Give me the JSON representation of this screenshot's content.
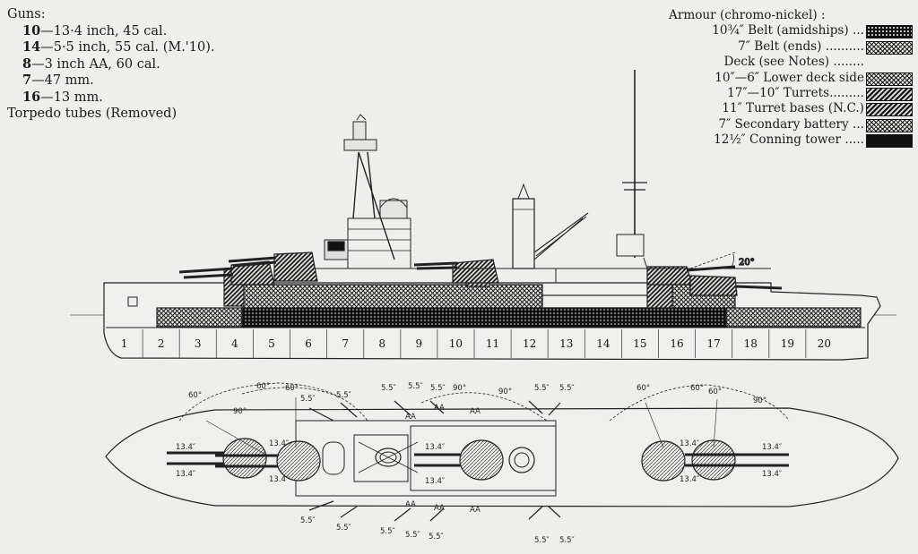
{
  "guns": {
    "heading": "Guns:",
    "rows": [
      {
        "count": "10",
        "spec": "—13·4 inch, 45 cal."
      },
      {
        "count": "14",
        "spec": "—5·5 inch, 55 cal. (M.'10)."
      },
      {
        "count": "8",
        "spec": "—3 inch AA, 60 cal."
      },
      {
        "count": "7",
        "spec": "—47 mm."
      },
      {
        "count": "16",
        "spec": "—13 mm."
      }
    ],
    "torpedo": "Torpedo tubes (Removed)"
  },
  "armour": {
    "heading": "Armour (chromo-nickel) :",
    "items": [
      {
        "label": "10¾″ Belt (amidships) ...",
        "swatch": "dots"
      },
      {
        "label": "7″ Belt (ends) ..........",
        "swatch": "cross"
      },
      {
        "label": "Deck (see Notes) ........",
        "swatch": "none"
      },
      {
        "label": "10″—6″ Lower deck side",
        "swatch": "cross"
      },
      {
        "label": "17″—10″ Turrets.........",
        "swatch": "diag"
      },
      {
        "label": "11″ Turret bases (N.C.)",
        "swatch": "diag"
      },
      {
        "label": "7″ Secondary battery ...",
        "swatch": "cross"
      },
      {
        "label": "12½″ Conning tower .....",
        "swatch": "solid"
      }
    ]
  },
  "profile": {
    "sections": [
      "1",
      "2",
      "3",
      "4",
      "5",
      "6",
      "7",
      "8",
      "9",
      "10",
      "11",
      "12",
      "13",
      "14",
      "15",
      "16",
      "17",
      "18",
      "19",
      "20"
    ],
    "elevation_label": "20°"
  },
  "plan": {
    "gun_labels": [
      "13.4″",
      "13.4″",
      "13.4″",
      "13.4″",
      "13.4″",
      "13.4″",
      "13.4″",
      "13.4″",
      "13.4″",
      "13.4″"
    ],
    "secondary_labels": [
      "5.5″",
      "5.5″",
      "5.5″",
      "5.5″",
      "5.5″",
      "5.5″",
      "5.5″",
      "5.5″",
      "5.5″",
      "5.5″",
      "5.5″",
      "5.5″",
      "5.5″",
      "5.5″"
    ],
    "aa_labels": [
      "AA",
      "AA",
      "AA",
      "AA",
      "AA",
      "AA"
    ],
    "arc_labels": [
      "60°",
      "60°",
      "60°",
      "90°",
      "90°",
      "60°",
      "60°",
      "90°",
      "90°",
      "60°"
    ]
  },
  "colors": {
    "ink": "#1a1a1a",
    "paper": "#eeeeec"
  }
}
